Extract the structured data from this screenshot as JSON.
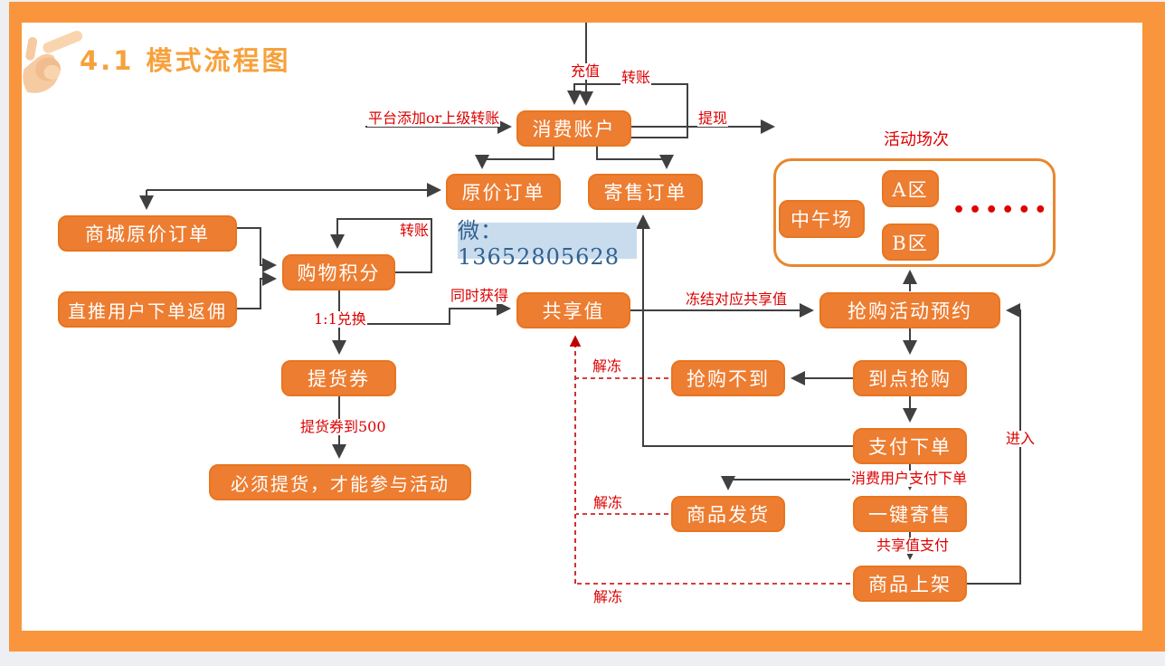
{
  "title": "4.1 模式流程图",
  "watermark": {
    "text": "微：13652805628"
  },
  "nodes": {
    "consume_account": "消费账户",
    "original_order": "原价订单",
    "consign_order": "寄售订单",
    "mall_original_order": "商城原价订单",
    "direct_rebate": "直推用户下单返佣",
    "shopping_points": "购物积分",
    "pickup_coupon": "提货券",
    "must_pickup": "必须提货，才能参与活动",
    "shared_value": "共享值",
    "rush_reserve": "抢购活动预约",
    "rush_fail": "抢购不到",
    "rush_ontime": "到点抢购",
    "pay_order": "支付下单",
    "one_key_consign": "一键寄售",
    "product_ship": "商品发货",
    "product_listed": "商品上架",
    "noon_session": "中午场",
    "zone_a": "A区",
    "zone_b": "B区"
  },
  "labels": {
    "recharge": "充值",
    "transfer": "转账",
    "platform_add": "平台添加or上级转账",
    "withdraw": "提现",
    "exchange_11": "1:1兑换",
    "simultaneous": "同时获得",
    "freeze": "冻结对应共享值",
    "unfreeze": "解冻",
    "coupon_500": "提货券到500",
    "consumer_pay": "消费用户支付下单",
    "shared_pay": "共享值支付",
    "enter": "进入",
    "sessions_title": "活动场次",
    "dots": "••••••"
  },
  "colors": {
    "frame_orange": "#F9953C",
    "node_fill": "#ED7D31",
    "node_border": "#E8751F",
    "connector_dark": "#404040",
    "label_red": "#DD0000",
    "dashed_red": "#C00000",
    "title_orange": "#F7A13C",
    "watermark_bg": "#C9DCEE",
    "watermark_text": "#31618F"
  }
}
